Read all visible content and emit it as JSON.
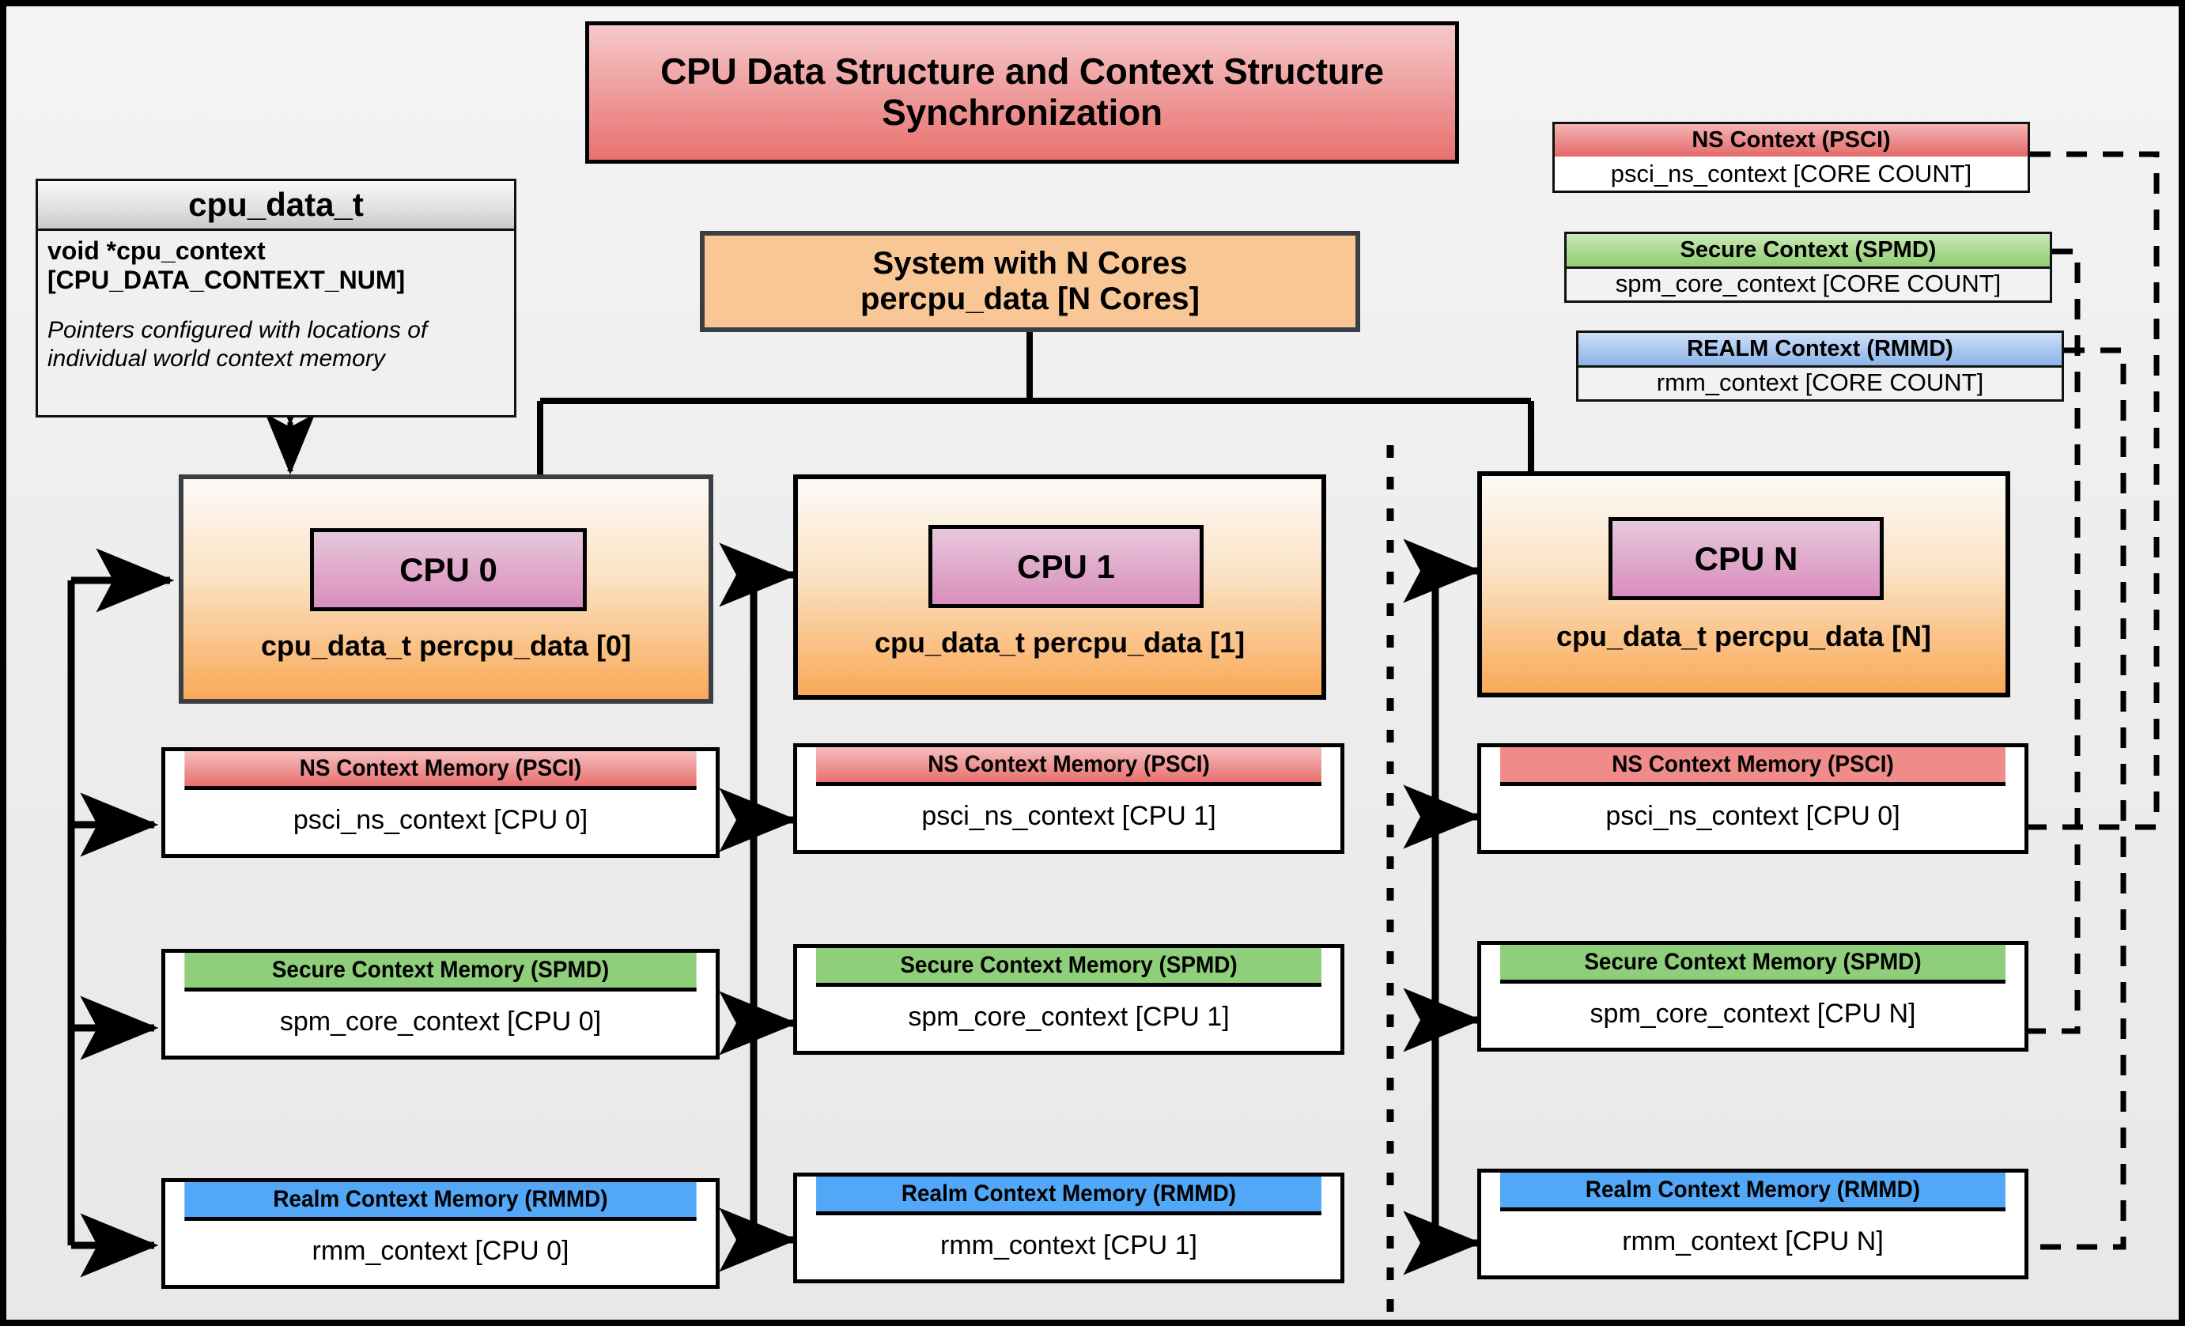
{
  "title": "CPU Data Structure and Context Structure Synchronization",
  "cpu_data_struct": {
    "name": "cpu_data_t",
    "field": "void  *cpu_context [CPU_DATA_CONTEXT_NUM]",
    "note": "Pointers configured with locations of individual world context memory"
  },
  "system": {
    "line1": "System with N Cores",
    "line2": "percpu_data [N Cores]"
  },
  "legend": [
    {
      "title": "NS Context  (PSCI)",
      "value": "psci_ns_context [CORE COUNT]",
      "color": "#e46a6a"
    },
    {
      "title": "Secure Context (SPMD)",
      "value": "spm_core_context [CORE COUNT]",
      "color": "#92cd74"
    },
    {
      "title": "REALM Context (RMMD)",
      "value": "rmm_context [CORE COUNT]",
      "color": "#8cb4e8"
    }
  ],
  "cpus": [
    {
      "chip": "CPU 0",
      "subtitle": "cpu_data_t percpu_data [0]",
      "memories": [
        {
          "title": "NS Context Memory (PSCI)",
          "value": "psci_ns_context [CPU 0]",
          "color": "#e8706e"
        },
        {
          "title": "Secure Context Memory (SPMD)",
          "value": "spm_core_context [CPU 0]",
          "color": "#8fce7a"
        },
        {
          "title": "Realm Context Memory (RMMD)",
          "value": "rmm_context [CPU 0]",
          "color": "#52a7f7"
        }
      ]
    },
    {
      "chip": "CPU 1",
      "subtitle": "cpu_data_t percpu_data [1]",
      "memories": [
        {
          "title": "NS Context Memory (PSCI)",
          "value": "psci_ns_context [CPU 1]",
          "color": "#e8706e"
        },
        {
          "title": "Secure Context Memory (SPMD)",
          "value": "spm_core_context [CPU 1]",
          "color": "#8fce7a"
        },
        {
          "title": "Realm Context Memory (RMMD)",
          "value": "rmm_context [CPU 1]",
          "color": "#52a7f7"
        }
      ]
    },
    {
      "chip": "CPU N",
      "subtitle": "cpu_data_t percpu_data [N]",
      "memories": [
        {
          "title": "NS Context Memory (PSCI)",
          "value": "psci_ns_context [CPU 0]",
          "color": "#e8706e"
        },
        {
          "title": "Secure Context Memory (SPMD)",
          "value": "spm_core_context [CPU N]",
          "color": "#8fce7a"
        },
        {
          "title": "Realm Context Memory (RMMD)",
          "value": "rmm_context [CPU N]",
          "color": "#52a7f7"
        }
      ]
    }
  ],
  "colors": {
    "title_fill": "#e8716f",
    "system_fill": "#f9c795",
    "cpu_chip_fill": "#d98fbe",
    "cpu_card_fill": "#f9a957",
    "panel_bg": "#ececec",
    "stroke": "#000000"
  }
}
